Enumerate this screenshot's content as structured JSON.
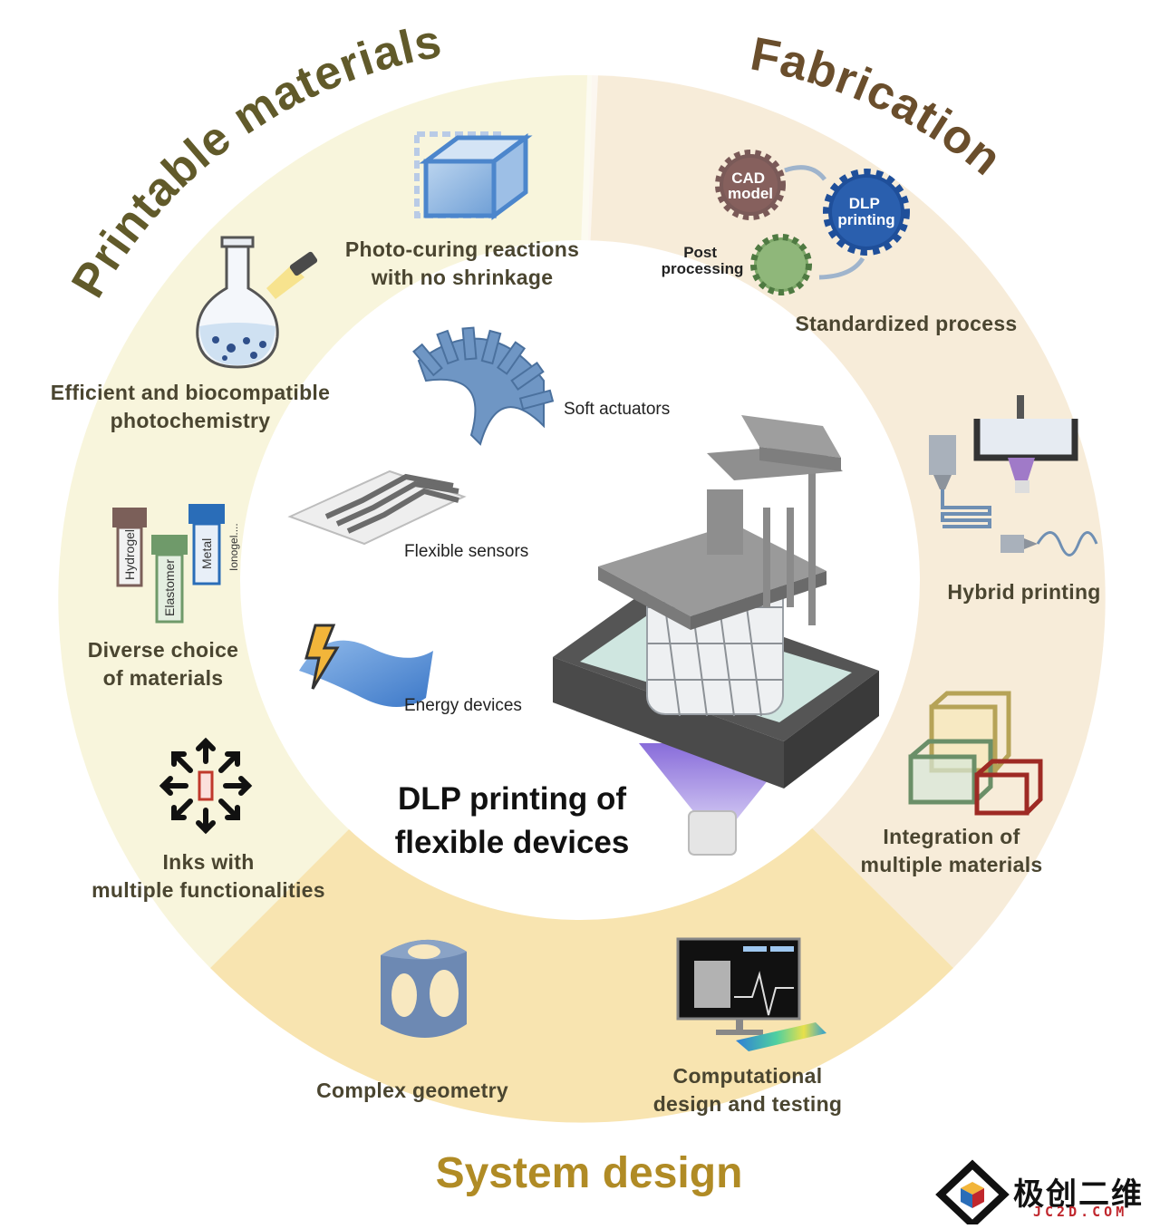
{
  "colors": {
    "materials_ring": "#f8f5dc",
    "fabrication_ring": "#f7ecd9",
    "system_ring": "#f8e4b0",
    "section_title_olive": "#615a2a",
    "section_title_brown": "#6a4e2c",
    "section_title_gold": "#b08b25",
    "label_text": "#4a4530"
  },
  "sections": {
    "materials": "Printable materials",
    "fabrication": "Fabrication",
    "system": "System design"
  },
  "center": {
    "title_line1": "DLP printing of",
    "title_line2": "flexible devices"
  },
  "applications": {
    "soft_actuators": "Soft actuators",
    "flexible_sensors": "Flexible sensors",
    "energy_devices": "Energy devices"
  },
  "materials": {
    "photo_curing": {
      "line1": "Photo-curing reactions",
      "line2": "with no shrinkage"
    },
    "photochemistry": {
      "line1": "Efficient and biocompatible",
      "line2": "photochemistry"
    },
    "diverse": {
      "line1": "Diverse choice",
      "line2": "of materials"
    },
    "inks": {
      "line1": "Inks with",
      "line2": "multiple functionalities"
    },
    "vials": {
      "hydrogel": "Hydrogel",
      "elastomer": "Elastomer",
      "metal": "Metal",
      "ionogel": "Ionogel...."
    }
  },
  "fabrication": {
    "cad": {
      "line1": "CAD",
      "line2": "model"
    },
    "dlp": {
      "line1": "DLP",
      "line2": "printing"
    },
    "post": {
      "line1": "Post",
      "line2": "processing"
    },
    "standardized": "Standardized process",
    "hybrid": "Hybrid printing",
    "integration": {
      "line1": "Integration of",
      "line2": "multiple materials"
    }
  },
  "system": {
    "complex": "Complex geometry",
    "computational": {
      "line1": "Computational",
      "line2": "design and testing"
    }
  },
  "watermark": {
    "text": "极创二维",
    "sub": "JC2D.COM"
  },
  "icons": [
    "cube-outline-icon",
    "flask-icon",
    "flashlight-icon",
    "gear-icon",
    "arrow-icon",
    "vial-icon",
    "arrows-burst-icon",
    "lightning-icon",
    "printer-icon",
    "monitor-icon",
    "lattice-cube-icon",
    "watermark-logo-icon"
  ]
}
